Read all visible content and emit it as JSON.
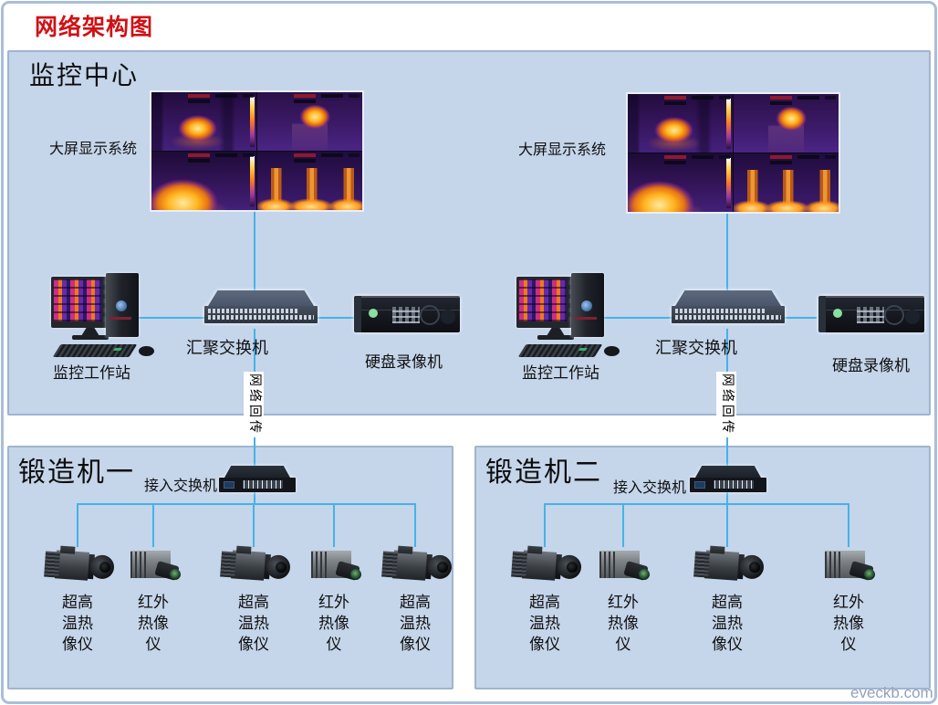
{
  "title": "网络架构图",
  "watermark": "eveckb.com",
  "colors": {
    "title_red": "#d01116",
    "panel_fill": "#c5d5ea",
    "panel_border": "#9fb4d0",
    "link_line": "#45b2e8"
  },
  "monitoring_center": {
    "label": "监控中心",
    "clusters": [
      {
        "display_label": "大屏显示系统",
        "workstation_label": "监控工作站",
        "switch_label": "汇聚交换机",
        "dvr_label": "硬盘录像机",
        "backhaul_label": "网络回传"
      },
      {
        "display_label": "大屏显示系统",
        "workstation_label": "监控工作站",
        "switch_label": "汇聚交换机",
        "dvr_label": "硬盘录像机",
        "backhaul_label": "网络回传"
      }
    ]
  },
  "machines": [
    {
      "label": "锻造机一",
      "switch_label": "接入交换机",
      "cameras": [
        {
          "type": "ultra-high-temp-thermal-camera",
          "label": "超高\n温热\n像仪"
        },
        {
          "type": "infrared-thermal-camera",
          "label": "红外\n热像\n仪"
        },
        {
          "type": "ultra-high-temp-thermal-camera",
          "label": "超高\n温热\n像仪"
        },
        {
          "type": "infrared-thermal-camera",
          "label": "红外\n热像\n仪"
        },
        {
          "type": "ultra-high-temp-thermal-camera",
          "label": "超高\n温热\n像仪"
        }
      ]
    },
    {
      "label": "锻造机二",
      "switch_label": "接入交换机",
      "cameras": [
        {
          "type": "ultra-high-temp-thermal-camera",
          "label": "超高\n温热\n像仪"
        },
        {
          "type": "infrared-thermal-camera",
          "label": "红外\n热像\n仪"
        },
        {
          "type": "ultra-high-temp-thermal-camera",
          "label": "超高\n温热\n像仪"
        },
        {
          "type": "infrared-thermal-camera",
          "label": "红外\n热像\n仪"
        }
      ]
    }
  ]
}
